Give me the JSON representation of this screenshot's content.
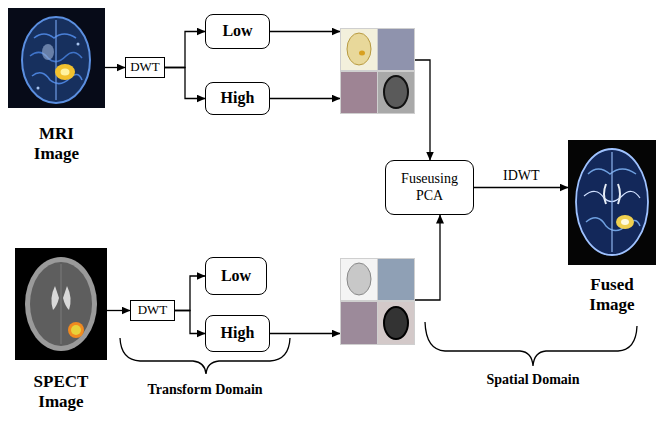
{
  "diagram": {
    "nodes": [
      {
        "text": [
          "MRI Image"
        ]
      },
      {
        "text": [
          "DWT"
        ]
      },
      {
        "text": [
          "Low"
        ]
      },
      {
        "text": [
          "High"
        ]
      },
      {
        "text": []
      },
      {
        "text": [
          "Fuseusing PCA"
        ]
      },
      {
        "text": [
          "Fused Image"
        ]
      },
      {
        "text": [
          "SPECT Image"
        ]
      },
      {
        "text": [
          "DWT"
        ]
      },
      {
        "text": [
          "Low"
        ]
      },
      {
        "text": [
          "High"
        ]
      },
      {
        "text": []
      }
    ],
    "edges": [
      {
        "from": 0,
        "to": 1,
        "arrow": "to"
      },
      {
        "from": 1,
        "to": 2,
        "arrow": "to"
      },
      {
        "from": 1,
        "to": 3,
        "arrow": "to"
      },
      {
        "from": 2,
        "to": 4,
        "arrow": "to"
      },
      {
        "from": 3,
        "to": 4,
        "arrow": "to"
      },
      {
        "from": 4,
        "to": 5,
        "arrow": "to"
      },
      {
        "from": 5,
        "to": 6,
        "label": "IDWT",
        "arrow": "to"
      },
      {
        "from": 7,
        "to": 8,
        "arrow": "to"
      },
      {
        "from": 8,
        "to": 9,
        "arrow": "to"
      },
      {
        "from": 8,
        "to": 10,
        "arrow": "to"
      },
      {
        "from": 10,
        "to": 11,
        "arrow": "to"
      },
      {
        "from": 11,
        "to": 5,
        "arrow": "to"
      }
    ],
    "labels": [
      "Transform Domain",
      "Spatial Domain"
    ]
  }
}
